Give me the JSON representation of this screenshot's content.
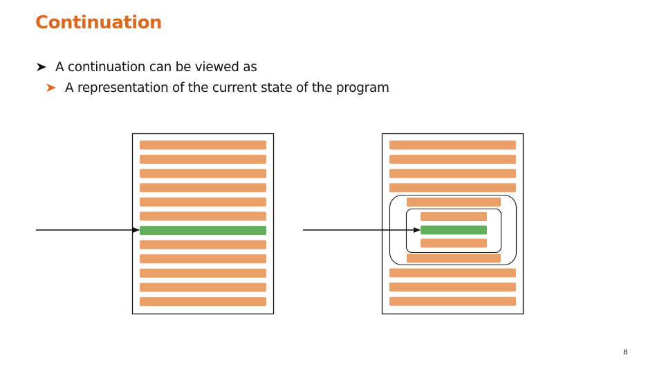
{
  "slide": {
    "title": "Continuation",
    "bullets": [
      {
        "level": 1,
        "text": "A continuation can be viewed as",
        "marker_color": "#111111"
      },
      {
        "level": 2,
        "text": "A representation of the current state of the program",
        "marker_color": "#E0661C"
      }
    ],
    "page_number": "8"
  },
  "colors": {
    "title": "#E0661C",
    "bar_default": "#EBA06A",
    "bar_highlight": "#62AF5A",
    "outline": "#111111"
  },
  "diagram": {
    "left_program": {
      "description": "Flat program listing with arrow pointing at current statement",
      "lines": [
        "code",
        "code",
        "code",
        "code",
        "code",
        "code",
        "current",
        "code",
        "code",
        "code",
        "code",
        "code"
      ],
      "arrow_target_line": 6
    },
    "right_program": {
      "description": "Program listing with nested scopes (blocks) and arrow pointing at current statement inside innermost block",
      "top_lines": [
        "code",
        "code",
        "code",
        "code"
      ],
      "outer_block": {
        "lines_before": [
          "code"
        ],
        "inner_block": {
          "lines": [
            "code",
            "current",
            "code"
          ]
        },
        "lines_after": [
          "code"
        ]
      },
      "bottom_lines": [
        "code",
        "code",
        "code"
      ]
    }
  }
}
